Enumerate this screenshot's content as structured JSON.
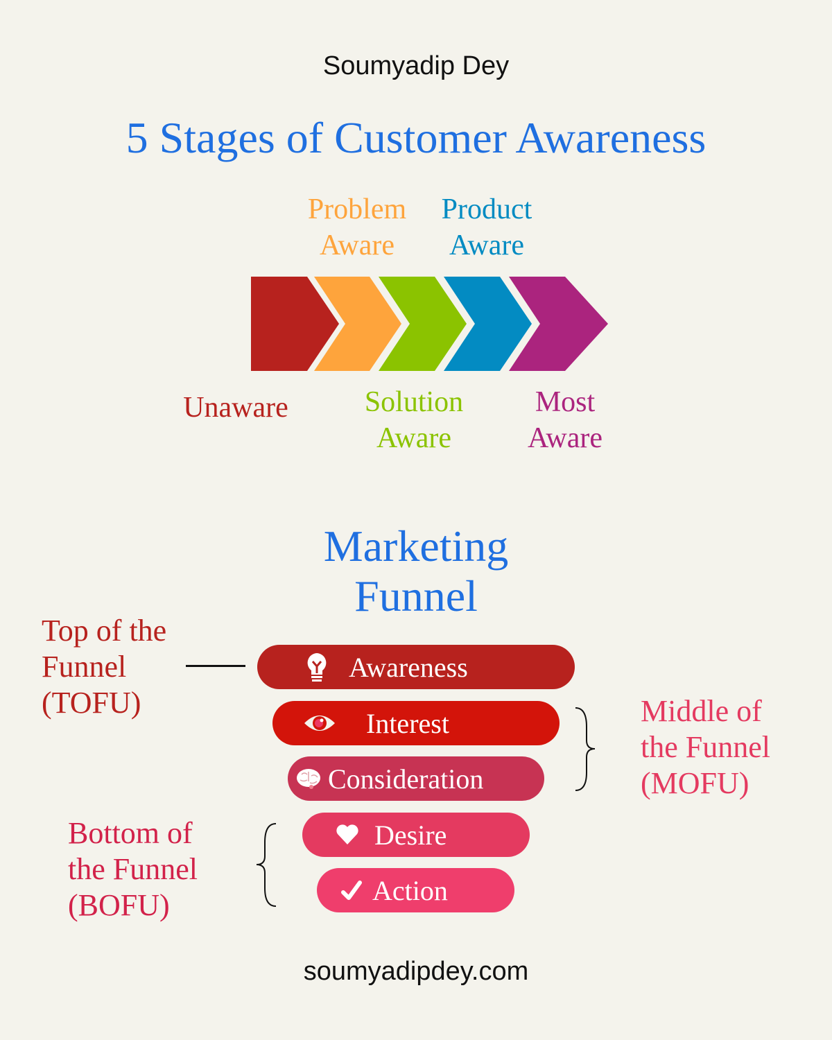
{
  "author": "Soumyadip Dey",
  "title": "5 Stages of Customer Awareness",
  "stages": [
    {
      "line1": "Unaware",
      "line2": "",
      "color": "#b7221e"
    },
    {
      "line1": "Problem",
      "line2": "Aware",
      "color": "#fea43c"
    },
    {
      "line1": "Solution",
      "line2": "Aware",
      "color": "#8bc300"
    },
    {
      "line1": "Product",
      "line2": "Aware",
      "color": "#038bc2"
    },
    {
      "line1": "Most",
      "line2": "Aware",
      "color": "#ab247e"
    }
  ],
  "funnel": {
    "title_line1": "Marketing",
    "title_line2": "Funnel",
    "levels": [
      {
        "label": "Awareness",
        "icon": "lightbulb-icon",
        "color": "#b7221e"
      },
      {
        "label": "Interest",
        "icon": "eye-icon",
        "color": "#d3140a"
      },
      {
        "label": "Consideration",
        "icon": "brain-icon",
        "color": "#c73353"
      },
      {
        "label": "Desire",
        "icon": "heart-icon",
        "color": "#e43a60"
      },
      {
        "label": "Action",
        "icon": "checkmark-icon",
        "color": "#ef3e6c"
      }
    ],
    "tofu": {
      "line1": "Top of the",
      "line2": "Funnel",
      "line3": "(TOFU)",
      "color": "#b7221e"
    },
    "mofu": {
      "line1": "Middle of",
      "line2": "the Funnel",
      "line3": "(MOFU)",
      "color": "#e43a60"
    },
    "bofu": {
      "line1": "Bottom of",
      "line2": "the Funnel",
      "line3": "(BOFU)",
      "color": "#d2224a"
    }
  },
  "footer": "soumyadipdey.com"
}
